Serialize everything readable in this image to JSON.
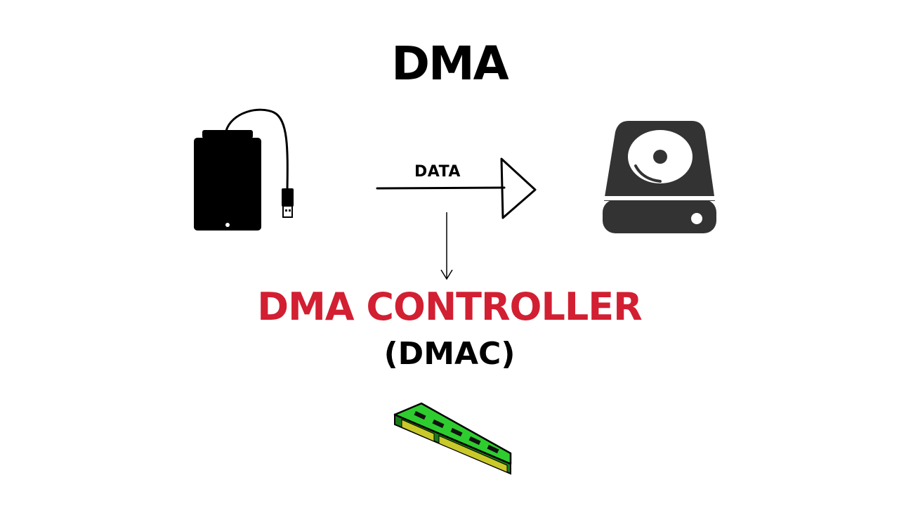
{
  "title": "DMA",
  "arrow_label": "DATA",
  "controller_label": "DMA CONTROLLER",
  "controller_abbr": "(DMAC)",
  "icons": {
    "source": "external-drive-icon",
    "destination": "hard-disk-icon",
    "memory": "ram-module-icon"
  },
  "colors": {
    "accent": "#d21f32",
    "icon": "#000000",
    "disk": "#333333",
    "ram_board": "#2fcc2f",
    "ram_pins": "#c9c92a"
  }
}
